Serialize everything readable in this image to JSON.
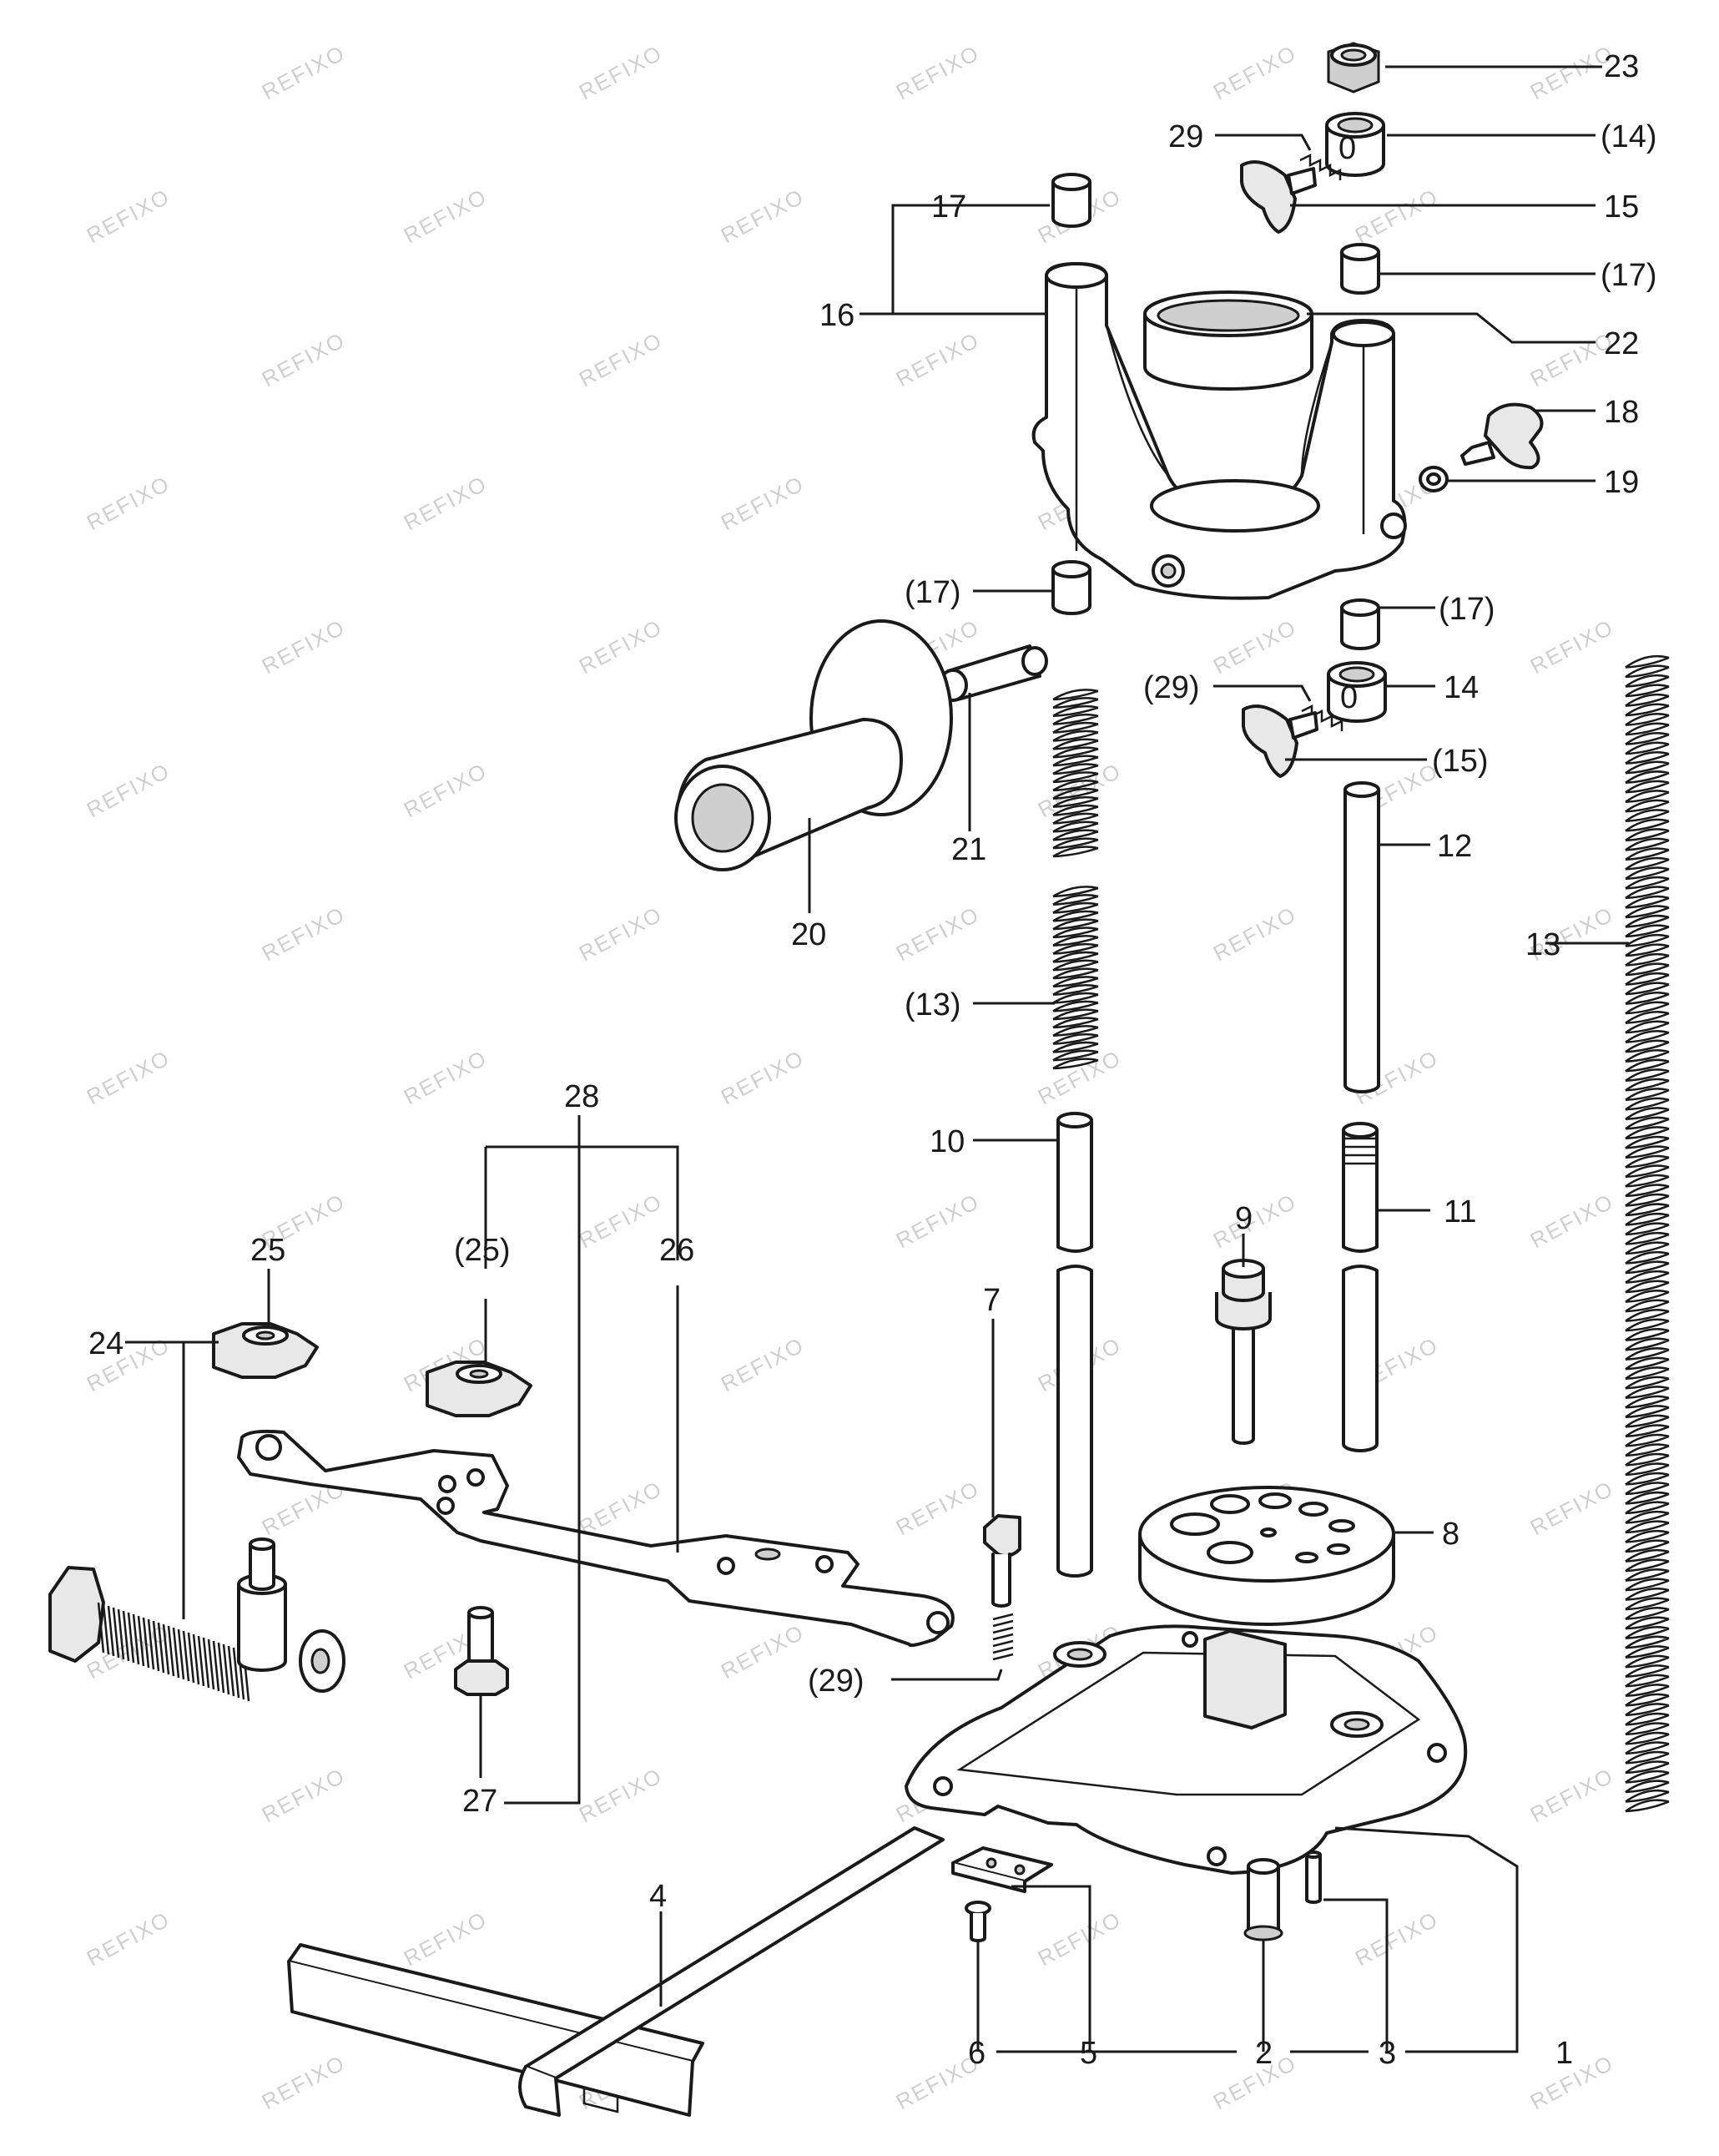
{
  "watermark": "REFIXO",
  "callouts": {
    "l23": "23",
    "l29a": "29",
    "l14a": "(14)",
    "l17a": "17",
    "l15a": "15",
    "l17b": "(17)",
    "l16": "16",
    "l22": "22",
    "l18": "18",
    "l19": "19",
    "l17c": "(17)",
    "l17d": "(17)",
    "l29b": "(29)",
    "l14b": "14",
    "l15b": "(15)",
    "l21": "21",
    "l20": "20",
    "l12": "12",
    "l13a": "(13)",
    "l13b": "13",
    "l10": "10",
    "l11": "11",
    "l9": "9",
    "l28": "28",
    "l25a": "25",
    "l25b": "(25)",
    "l26": "26",
    "l24": "24",
    "l7": "7",
    "l8": "8",
    "l29c": "(29)",
    "l27": "27",
    "l4": "4",
    "l6": "6",
    "l5": "5",
    "l2": "2",
    "l3": "3",
    "l1": "1"
  }
}
